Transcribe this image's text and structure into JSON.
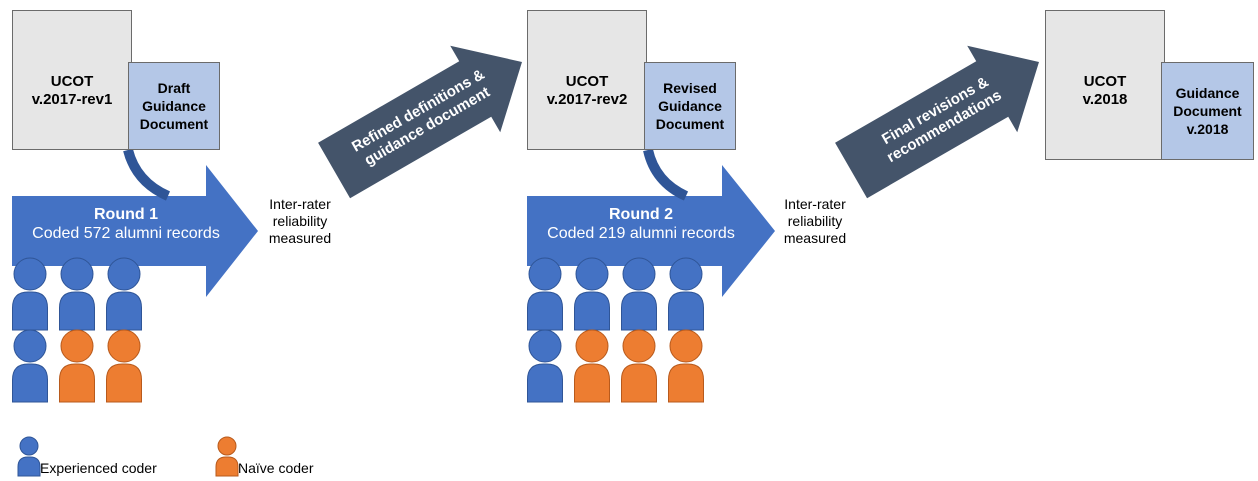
{
  "colors": {
    "experienced": "#4472c4",
    "naive": "#ed7d31",
    "arrow_blue": "#4472c4",
    "arrow_dark": "#44546a",
    "ucot_fill": "#e6e6e6",
    "guide_fill": "#b4c7e7"
  },
  "stage1": {
    "ucot": [
      "UCOT",
      "v.2017-rev1"
    ],
    "guide": [
      "Draft",
      "Guidance",
      "Document"
    ],
    "round_title": "Round 1",
    "round_sub": "Coded 572 alumni records",
    "irr": [
      "Inter-rater",
      "reliability",
      "measured"
    ],
    "coders": [
      "experienced",
      "experienced",
      "experienced",
      "experienced",
      "naive",
      "naive"
    ]
  },
  "transition1": [
    "Refined definitions &",
    "guidance document"
  ],
  "stage2": {
    "ucot": [
      "UCOT",
      "v.2017-rev2"
    ],
    "guide": [
      "Revised",
      "Guidance",
      "Document"
    ],
    "round_title": "Round 2",
    "round_sub": "Coded 219 alumni records",
    "irr": [
      "Inter-rater",
      "reliability",
      "measured"
    ],
    "coders": [
      "experienced",
      "experienced",
      "experienced",
      "experienced",
      "experienced",
      "naive",
      "naive",
      "naive"
    ]
  },
  "transition2": [
    "Final revisions &",
    "recommendations"
  ],
  "stage3": {
    "ucot": [
      "UCOT",
      "v.2018"
    ],
    "guide": [
      "Guidance",
      "Document",
      "v.2018"
    ]
  },
  "legend": {
    "experienced": "Experienced coder",
    "naive": "Naïve coder"
  }
}
